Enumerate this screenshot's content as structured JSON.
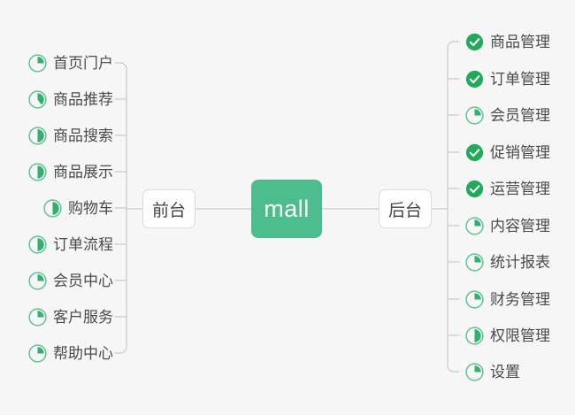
{
  "colors": {
    "background": "#f6f6f6",
    "accent_green": "#4cbd8c",
    "done_green": "#22a95a",
    "progress_green": "#31b06f",
    "ring_green": "#5ec490",
    "link_gray": "#c9c9c9",
    "node_border": "#dcdcdc",
    "text_dark": "#4a4a4a"
  },
  "root": {
    "label": "mall"
  },
  "branches": [
    {
      "label": "前台",
      "side": "left"
    },
    {
      "label": "后台",
      "side": "right"
    }
  ],
  "frontend": {
    "branch_label": "前台",
    "items": [
      {
        "label": "首页门户",
        "status": "progress",
        "progress": 25,
        "icon": "pie-progress-icon"
      },
      {
        "label": "商品推荐",
        "status": "progress",
        "progress": 40,
        "icon": "pie-progress-icon"
      },
      {
        "label": "商品搜索",
        "status": "progress",
        "progress": 50,
        "icon": "pie-progress-icon"
      },
      {
        "label": "商品展示",
        "status": "progress",
        "progress": 50,
        "icon": "pie-progress-icon"
      },
      {
        "label": "购物车",
        "status": "progress",
        "progress": 50,
        "icon": "pie-progress-icon"
      },
      {
        "label": "订单流程",
        "status": "progress",
        "progress": 50,
        "icon": "pie-progress-icon"
      },
      {
        "label": "会员中心",
        "status": "progress",
        "progress": 25,
        "icon": "pie-progress-icon"
      },
      {
        "label": "客户服务",
        "status": "progress",
        "progress": 25,
        "icon": "pie-progress-icon"
      },
      {
        "label": "帮助中心",
        "status": "progress",
        "progress": 25,
        "icon": "pie-progress-icon"
      }
    ]
  },
  "backend": {
    "branch_label": "后台",
    "items": [
      {
        "label": "商品管理",
        "status": "done",
        "progress": 100,
        "icon": "check-circle-icon"
      },
      {
        "label": "订单管理",
        "status": "done",
        "progress": 100,
        "icon": "check-circle-icon"
      },
      {
        "label": "会员管理",
        "status": "progress",
        "progress": 25,
        "icon": "pie-progress-icon"
      },
      {
        "label": "促销管理",
        "status": "done",
        "progress": 100,
        "icon": "check-circle-icon"
      },
      {
        "label": "运营管理",
        "status": "done",
        "progress": 100,
        "icon": "check-circle-icon"
      },
      {
        "label": "内容管理",
        "status": "progress",
        "progress": 25,
        "icon": "pie-progress-icon"
      },
      {
        "label": "统计报表",
        "status": "progress",
        "progress": 25,
        "icon": "pie-progress-icon"
      },
      {
        "label": "财务管理",
        "status": "progress",
        "progress": 25,
        "icon": "pie-progress-icon"
      },
      {
        "label": "权限管理",
        "status": "progress",
        "progress": 50,
        "icon": "pie-progress-icon"
      },
      {
        "label": "设置",
        "status": "progress",
        "progress": 25,
        "icon": "pie-progress-icon"
      }
    ]
  }
}
